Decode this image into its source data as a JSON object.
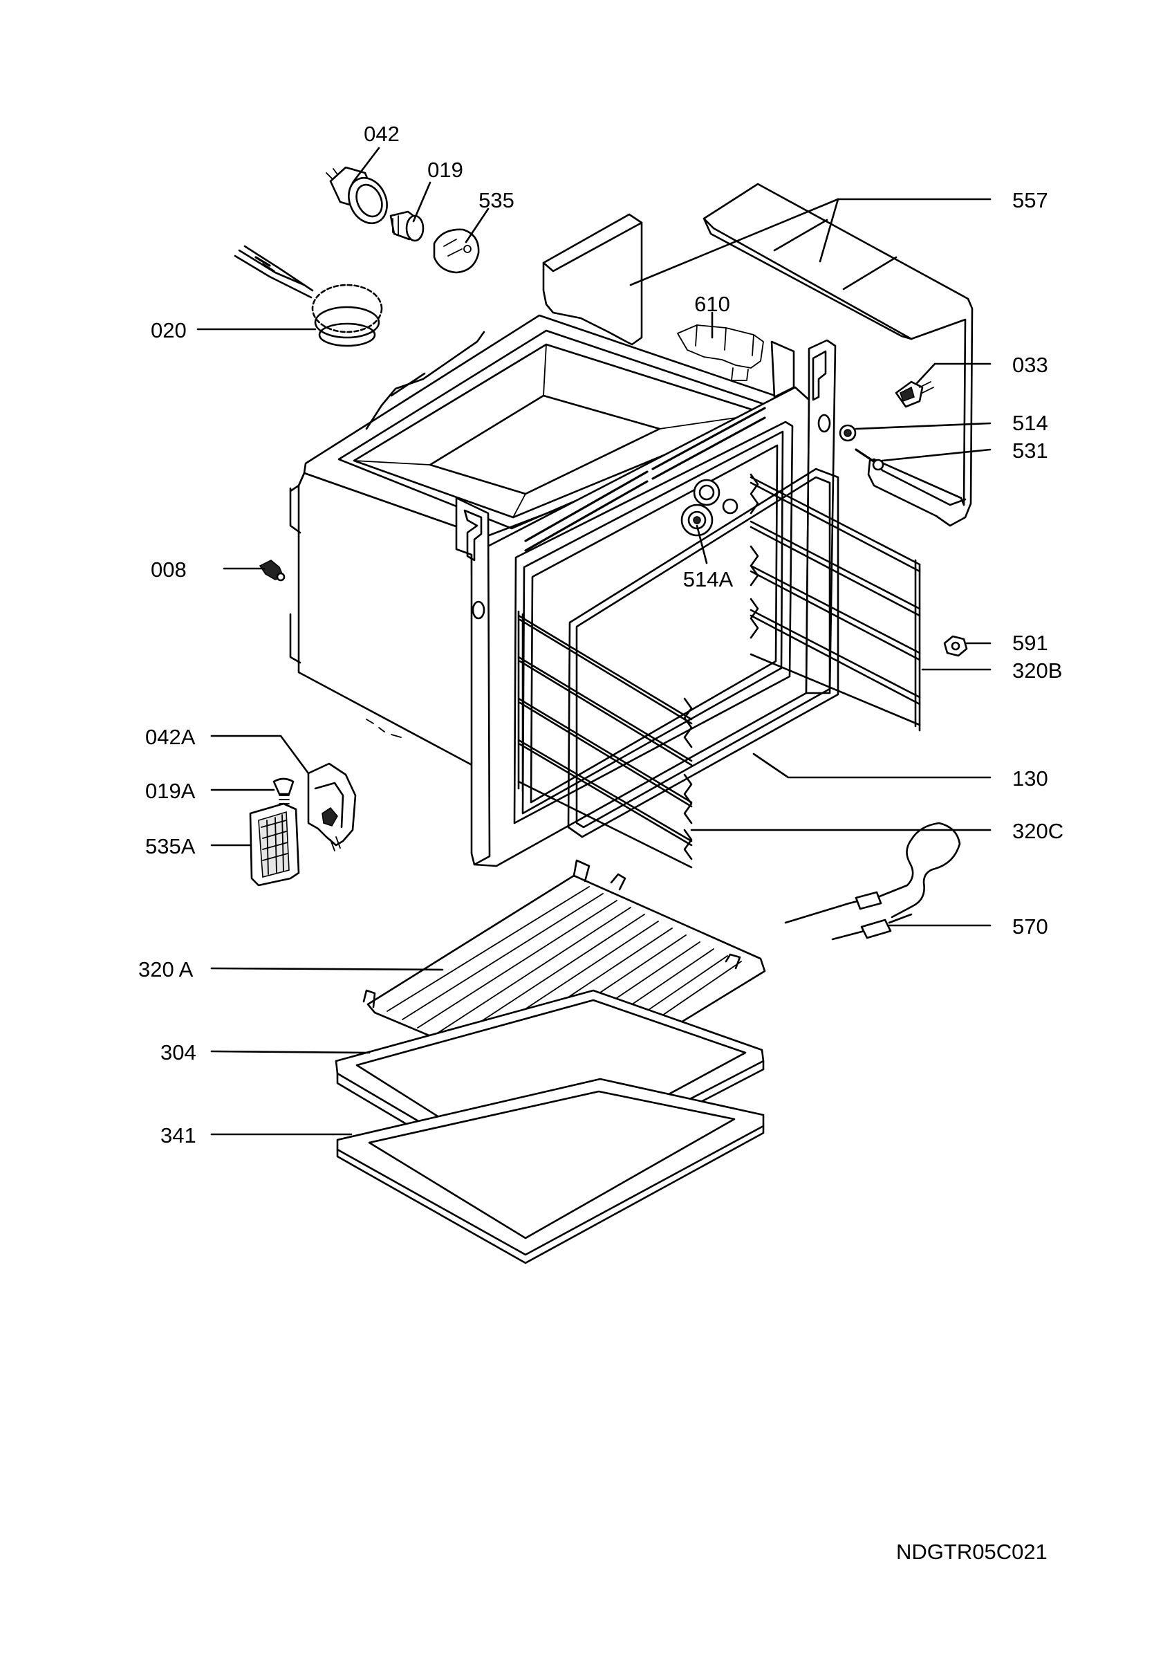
{
  "diagram": {
    "drawing_code": "NDGTR05C021",
    "parts": [
      {
        "id": "p042",
        "label": "042"
      },
      {
        "id": "p019",
        "label": "019"
      },
      {
        "id": "p535",
        "label": "535"
      },
      {
        "id": "p557",
        "label": "557"
      },
      {
        "id": "p020",
        "label": "020"
      },
      {
        "id": "p610",
        "label": "610"
      },
      {
        "id": "p033",
        "label": "033"
      },
      {
        "id": "p514",
        "label": "514"
      },
      {
        "id": "p531",
        "label": "531"
      },
      {
        "id": "p514A",
        "label": "514A"
      },
      {
        "id": "p008",
        "label": "008"
      },
      {
        "id": "p591",
        "label": "591"
      },
      {
        "id": "p320B",
        "label": "320B"
      },
      {
        "id": "p042A",
        "label": "042A"
      },
      {
        "id": "p130",
        "label": "130"
      },
      {
        "id": "p019A",
        "label": "019A"
      },
      {
        "id": "p320C",
        "label": "320C"
      },
      {
        "id": "p535A",
        "label": "535A"
      },
      {
        "id": "p570",
        "label": "570"
      },
      {
        "id": "p320A",
        "label": "320 A"
      },
      {
        "id": "p304",
        "label": "304"
      },
      {
        "id": "p341",
        "label": "341"
      }
    ]
  }
}
